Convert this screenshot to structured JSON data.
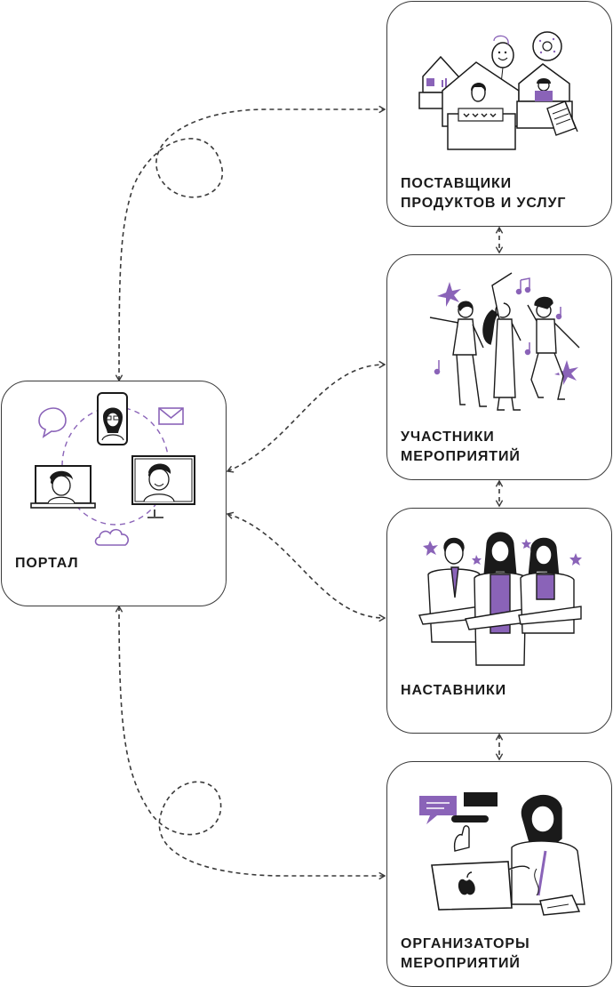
{
  "nodes": {
    "portal": {
      "label": "ПОРТАЛ"
    },
    "suppliers": {
      "lines": [
        "ПОСТАВЩИКИ",
        "ПРОДУКТОВ И УСЛУГ"
      ]
    },
    "participants": {
      "lines": [
        "УЧАСТНИКИ",
        "МЕРОПРИЯТИЙ"
      ]
    },
    "mentors": {
      "label": "НАСТАВНИКИ"
    },
    "organizers": {
      "lines": [
        "ОРГАНИЗАТОРЫ",
        "МЕРОПРИЯТИЙ"
      ]
    }
  },
  "colors": {
    "accent": "#8a63b8",
    "line": "#3a3a3a",
    "ink": "#1a1a1a"
  },
  "icons": [
    "chat-bubble-icon",
    "envelope-icon",
    "cloud-icon",
    "phone-user-icon",
    "laptop-user-icon",
    "monitor-user-icon",
    "apple-logo-icon",
    "donut-icon",
    "smiley-balloon-icon",
    "star-icon",
    "music-note-icon"
  ]
}
